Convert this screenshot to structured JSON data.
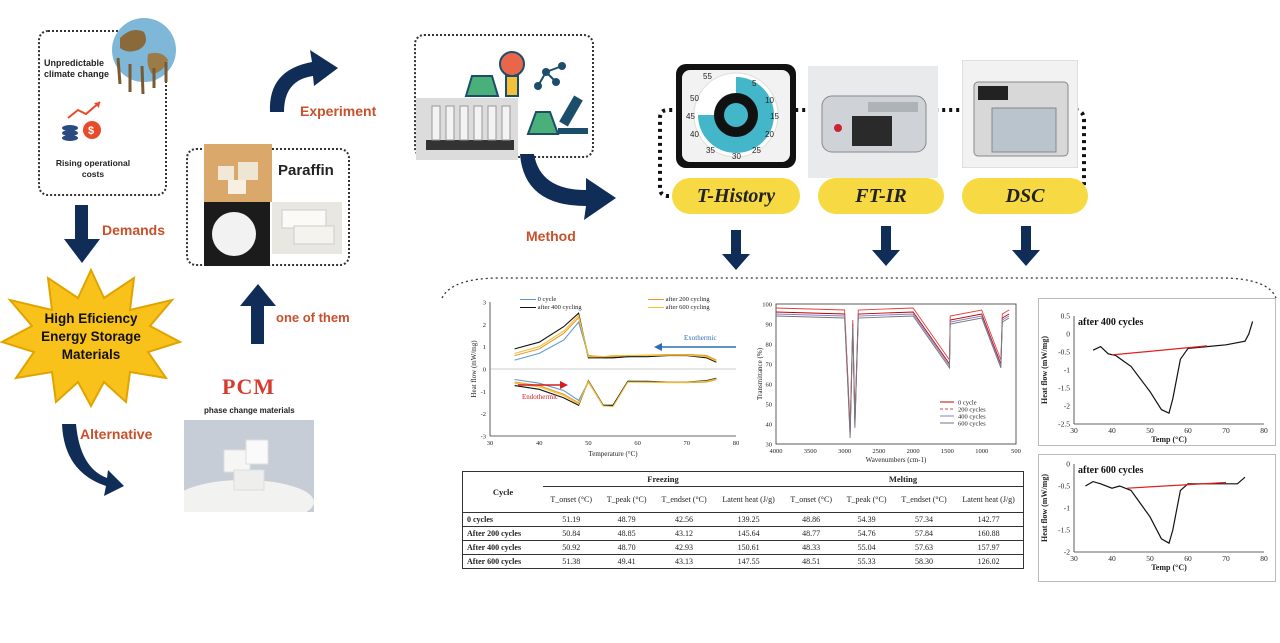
{
  "left": {
    "climate_label": "Unpredictable climate change",
    "costs_label": "Rising operational costs",
    "demands_label": "Demands",
    "star_label": "High Eficiency Energy Storage Materials",
    "alternative_label": "Alternative",
    "pcm_title": "PCM",
    "pcm_subtitle": "phase change materials",
    "one_of_them_label": "one of them",
    "paraffin_label": "Paraffin",
    "experiment_label": "Experiment",
    "method_label": "Method"
  },
  "methods": {
    "items": [
      "T-History",
      "FT-IR",
      "DSC"
    ],
    "timer_ticks": [
      "55",
      "5",
      "10",
      "15",
      "20",
      "25",
      "30",
      "35",
      "40",
      "45",
      "50"
    ]
  },
  "colors": {
    "navy": "#0f2d57",
    "orange": "#c8502a",
    "pill": "#f6d943"
  },
  "chart_data": [
    {
      "type": "line",
      "ylabel": "Heat flow (mW/mg)",
      "xlabel": "Temperature (°C)",
      "xlim": [
        30,
        80
      ],
      "ylim": [
        -3,
        3
      ],
      "xticks": [
        "30",
        "40",
        "50",
        "60",
        "70",
        "80"
      ],
      "yticks": [
        "3",
        "2",
        "1",
        "0",
        "-1",
        "-2",
        "-3"
      ],
      "legend": [
        "0 cycle",
        "after 200 cycling",
        "after 400 cycling",
        "after 600 cycling"
      ],
      "annotations": [
        "Exothermic",
        "Endothermic"
      ],
      "series": [
        {
          "name": "0 cycle",
          "color": "#5b9bd5",
          "x": [
            35,
            40,
            45,
            48,
            50,
            53,
            55,
            58,
            62,
            66,
            70,
            74,
            76
          ],
          "y": [
            0.4,
            0.7,
            1.3,
            2.1,
            0.6,
            0.5,
            0.5,
            0.55,
            0.6,
            0.6,
            0.65,
            0.6,
            0.4
          ]
        },
        {
          "name": "after 200 cycling",
          "color": "#ed9b2c",
          "x": [
            35,
            40,
            45,
            48,
            50,
            53,
            55,
            58,
            62,
            66,
            70,
            74,
            76
          ],
          "y": [
            0.6,
            0.9,
            1.6,
            2.3,
            0.6,
            0.55,
            0.55,
            0.6,
            0.62,
            0.65,
            0.65,
            0.6,
            0.4
          ]
        },
        {
          "name": "after 400 cycling",
          "color": "#111111",
          "x": [
            35,
            40,
            45,
            48,
            50,
            53,
            55,
            58,
            62,
            66,
            70,
            74,
            76
          ],
          "y": [
            0.9,
            1.2,
            1.9,
            2.5,
            0.5,
            0.5,
            0.5,
            0.55,
            0.55,
            0.6,
            0.6,
            0.5,
            0.3
          ]
        },
        {
          "name": "after 600 cycling",
          "color": "#f2c12e",
          "x": [
            35,
            40,
            45,
            48,
            50,
            53,
            55,
            58,
            62,
            66,
            70,
            74,
            76
          ],
          "y": [
            0.7,
            1.0,
            1.7,
            2.4,
            0.55,
            0.55,
            0.6,
            0.6,
            0.6,
            0.62,
            0.62,
            0.55,
            0.35
          ]
        }
      ]
    },
    {
      "type": "line",
      "ylabel": "Transmittance (%)",
      "xlabel": "Wavenumbers (cm-1)",
      "xlim": [
        4000,
        500
      ],
      "ylim": [
        30,
        100
      ],
      "xticks": [
        "4000",
        "3500",
        "3000",
        "2500",
        "2000",
        "1500",
        "1000",
        "500"
      ],
      "yticks": [
        "100",
        "90",
        "80",
        "70",
        "60",
        "50",
        "40",
        "30"
      ],
      "legend": [
        "0 cycle",
        "200 cycles",
        "400 cycles",
        "600 cycles"
      ],
      "series": [
        {
          "name": "0 cycle",
          "color": "#c00000",
          "x": [
            4000,
            3000,
            2950,
            2920,
            2880,
            2850,
            2800,
            2000,
            1470,
            1460,
            1000,
            720,
            700,
            600
          ],
          "y": [
            96,
            95,
            60,
            35,
            90,
            40,
            95,
            96,
            70,
            92,
            95,
            70,
            93,
            95
          ]
        },
        {
          "name": "200 cycles",
          "color": "#e04040",
          "x": [
            4000,
            3000,
            2950,
            2920,
            2880,
            2850,
            2800,
            2000,
            1470,
            1460,
            1000,
            720,
            700,
            600
          ],
          "y": [
            98,
            97,
            62,
            38,
            92,
            42,
            97,
            98,
            72,
            94,
            97,
            72,
            95,
            97
          ]
        },
        {
          "name": "400 cycles",
          "color": "#7f7fd0",
          "x": [
            4000,
            3000,
            2950,
            2920,
            2880,
            2850,
            2800,
            2000,
            1470,
            1460,
            1000,
            720,
            700,
            600
          ],
          "y": [
            95,
            94,
            58,
            34,
            89,
            39,
            94,
            95,
            69,
            91,
            94,
            69,
            92,
            94
          ]
        },
        {
          "name": "600 cycles",
          "color": "#777777",
          "x": [
            4000,
            3000,
            2950,
            2920,
            2880,
            2850,
            2800,
            2000,
            1470,
            1460,
            1000,
            720,
            700,
            600
          ],
          "y": [
            94,
            93,
            57,
            33,
            88,
            38,
            93,
            94,
            68,
            90,
            93,
            68,
            91,
            93
          ]
        }
      ]
    },
    {
      "type": "line",
      "title": "after 400 cycles",
      "ylabel": "Heat flow (mW/mg)",
      "xlabel": "Temp (°C)",
      "xlim": [
        30,
        80
      ],
      "ylim": [
        -2.5,
        0.5
      ],
      "xticks": [
        "30",
        "40",
        "50",
        "60",
        "70",
        "80"
      ],
      "yticks": [
        "0.5",
        "0",
        "-0.5",
        "-1",
        "-1.5",
        "-2",
        "-2.5"
      ],
      "series": [
        {
          "name": "",
          "color": "#111111",
          "x": [
            35,
            37,
            39,
            41,
            45,
            50,
            53,
            55,
            56,
            58,
            60,
            65,
            70,
            75,
            76,
            77
          ],
          "y": [
            -0.45,
            -0.35,
            -0.55,
            -0.6,
            -0.9,
            -1.6,
            -2.1,
            -2.2,
            -1.8,
            -0.7,
            -0.4,
            -0.35,
            -0.3,
            -0.2,
            0.0,
            0.35
          ]
        },
        {
          "name": "",
          "color": "#e02020",
          "x": [
            40,
            65
          ],
          "y": [
            -0.58,
            -0.33
          ]
        }
      ]
    },
    {
      "type": "line",
      "title": "after 600 cycles",
      "ylabel": "Heat flow (mW/mg)",
      "xlabel": "Temp (°C)",
      "xlim": [
        30,
        80
      ],
      "ylim": [
        -2,
        0
      ],
      "xticks": [
        "30",
        "40",
        "50",
        "60",
        "70",
        "80"
      ],
      "yticks": [
        "0",
        "-0.5",
        "-1",
        "-1.5",
        "-2"
      ],
      "series": [
        {
          "name": "",
          "color": "#111111",
          "x": [
            33,
            35,
            37,
            40,
            42,
            45,
            50,
            53,
            55,
            56,
            58,
            60,
            65,
            70,
            73,
            75
          ],
          "y": [
            -0.5,
            -0.4,
            -0.45,
            -0.55,
            -0.5,
            -0.6,
            -1.2,
            -1.7,
            -1.8,
            -1.5,
            -0.6,
            -0.45,
            -0.45,
            -0.45,
            -0.45,
            -0.3
          ]
        },
        {
          "name": "",
          "color": "#e02020",
          "x": [
            44,
            70
          ],
          "y": [
            -0.55,
            -0.42
          ]
        }
      ]
    },
    {
      "type": "table",
      "header_group": [
        "Cycle",
        "Freezing",
        "Melting"
      ],
      "columns": [
        "T_onset (°C)",
        "T_peak (°C)",
        "T_endset (°C)",
        "Latent heat (J/g)",
        "T_onset (°C)",
        "T_peak (°C)",
        "T_endset (°C)",
        "Latent heat (J/g)"
      ],
      "rows": [
        {
          "label": "0 cycles",
          "values": [
            "51.19",
            "48.79",
            "42.56",
            "139.25",
            "48.86",
            "54.39",
            "57.34",
            "142.77"
          ]
        },
        {
          "label": "After 200 cycles",
          "values": [
            "50.84",
            "48.85",
            "43.12",
            "145.64",
            "48.77",
            "54.76",
            "57.84",
            "160.88"
          ]
        },
        {
          "label": "After 400 cycles",
          "values": [
            "50.92",
            "48.70",
            "42.93",
            "150.61",
            "48.33",
            "55.04",
            "57.63",
            "157.97"
          ]
        },
        {
          "label": "After 600 cycles",
          "values": [
            "51.38",
            "49.41",
            "43.13",
            "147.55",
            "48.51",
            "55.33",
            "58.30",
            "126.02"
          ]
        }
      ]
    }
  ]
}
